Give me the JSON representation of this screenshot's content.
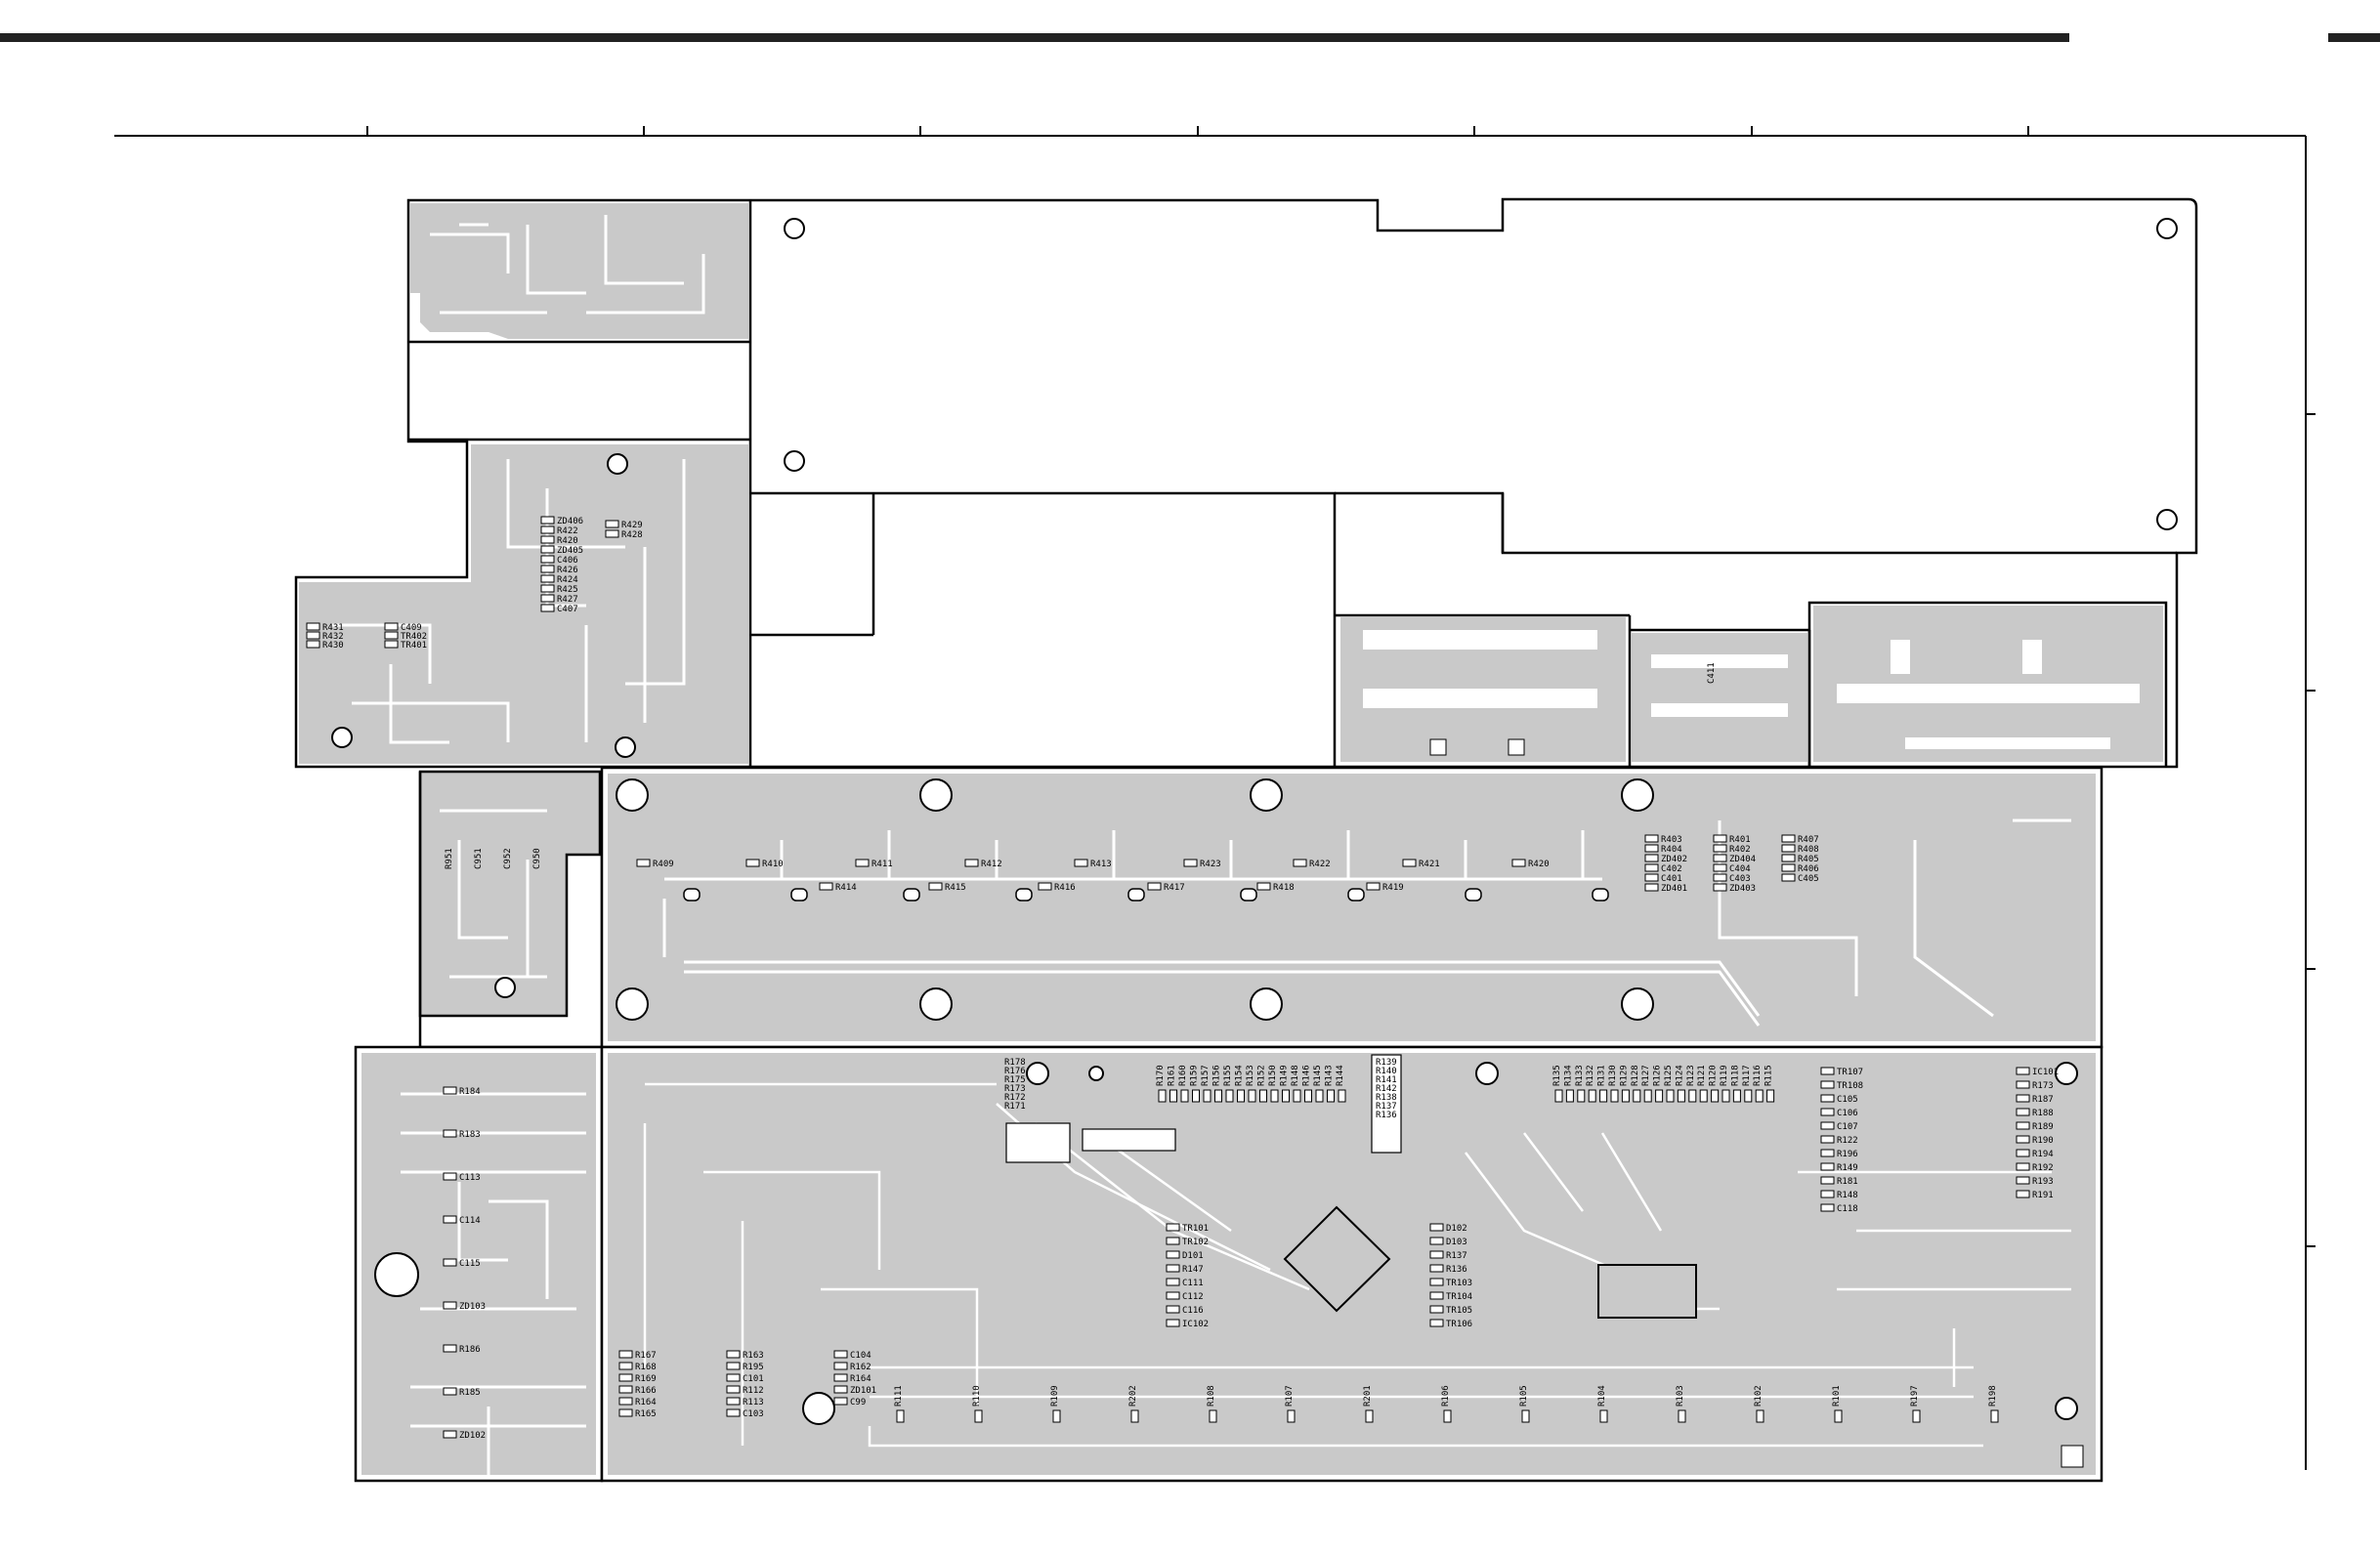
{
  "colors": {
    "board": "#c9c9c9",
    "outline": "#000000",
    "trace": "#ffffff",
    "paper": "#ffffff"
  },
  "labels": {
    "top_board": [
      "R431",
      "R432",
      "R430",
      "C409",
      "TR402",
      "TR401"
    ],
    "zd_column": [
      "ZD406",
      "R422",
      "R420",
      "ZD405",
      "C406",
      "R426",
      "R424",
      "R425",
      "R427",
      "C407"
    ],
    "zd_side": [
      "R429",
      "R428"
    ],
    "left_mid": [
      "R951",
      "C951",
      "C952",
      "C950"
    ],
    "mid_row_top": [
      "R409",
      "R410",
      "R411",
      "R412",
      "R413",
      "R423",
      "R422",
      "R421",
      "R420"
    ],
    "mid_row_bottom": [
      "R414",
      "R415",
      "R416",
      "R417",
      "R418",
      "R419"
    ],
    "mid_right": [
      "R403",
      "R404",
      "ZD402",
      "C402",
      "C401",
      "ZD401",
      "R401",
      "R402",
      "ZD404",
      "C404",
      "C403",
      "ZD403",
      "R407",
      "R408",
      "R405",
      "R406",
      "C405"
    ],
    "cap_small": [
      "C411"
    ],
    "left_bottom": [
      "R184",
      "R183",
      "C113",
      "C114",
      "C115",
      "ZD103",
      "R186",
      "R185",
      "ZD102"
    ],
    "main_left": [
      "R167",
      "R168",
      "R169",
      "R166",
      "R164",
      "R165",
      "R163",
      "R195",
      "C101",
      "R112",
      "R113",
      "C103",
      "C104",
      "R162",
      "R164",
      "ZD101",
      "C99"
    ],
    "main_top": [
      "R170",
      "R161",
      "R160",
      "R159",
      "R157",
      "R156",
      "R155",
      "R154",
      "R153",
      "R152",
      "R150",
      "R149",
      "R148",
      "R146",
      "R145",
      "R143",
      "R144"
    ],
    "main_top2": [
      "R139",
      "R140",
      "R141",
      "R142",
      "R138",
      "R137",
      "R136",
      "R178",
      "R176",
      "R175",
      "R173",
      "R172",
      "R171"
    ],
    "main_top_right": [
      "R135",
      "R134",
      "R133",
      "R132",
      "R131",
      "R130",
      "R129",
      "R128",
      "R127",
      "R126",
      "R125",
      "R124",
      "R123",
      "R121",
      "R120",
      "R119",
      "R118",
      "R117",
      "R116",
      "R115"
    ],
    "main_center": [
      "TR101",
      "TR102",
      "D101",
      "R147",
      "C111",
      "C112",
      "C116",
      "IC102",
      "D102",
      "D103",
      "R137",
      "R136",
      "TR103",
      "TR104",
      "TR105",
      "TR106"
    ],
    "main_right": [
      "TR107",
      "TR108",
      "C105",
      "C106",
      "C107",
      "R122",
      "R196",
      "R149",
      "R181",
      "R148",
      "C118",
      "IC101",
      "R173",
      "R187",
      "R188",
      "R189",
      "R190",
      "R194",
      "R192",
      "R193",
      "R191"
    ],
    "main_bottom": [
      "R111",
      "R110",
      "R109",
      "R202",
      "R108",
      "R107",
      "R201",
      "R106",
      "R105",
      "R104",
      "R103",
      "R102",
      "R101",
      "R197",
      "R198"
    ]
  }
}
